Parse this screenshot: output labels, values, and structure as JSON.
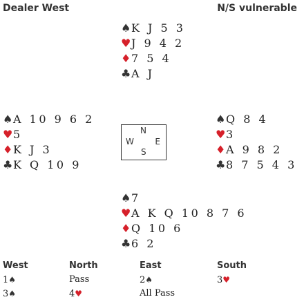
{
  "header": {
    "dealer": "Dealer West",
    "vulnerability": "N/S vulnerable"
  },
  "suits": {
    "spades": {
      "glyph": "♠",
      "color": "#333333"
    },
    "hearts": {
      "glyph": "♥",
      "color": "#d6202a"
    },
    "diamonds": {
      "glyph": "♦",
      "color": "#d6202a"
    },
    "clubs": {
      "glyph": "♣",
      "color": "#333333"
    }
  },
  "hands": {
    "north": {
      "spades": "K J 5 3",
      "hearts": "J 9 4 2",
      "diamonds": "7 5 4",
      "clubs": "A J"
    },
    "west": {
      "spades": "A 10 9 6 2",
      "hearts": "5",
      "diamonds": "K J 3",
      "clubs": "K Q 10 9"
    },
    "east": {
      "spades": "Q 8 4",
      "hearts": "3",
      "diamonds": "A 9 8 2",
      "clubs": "8 7 5 4 3"
    },
    "south": {
      "spades": "7",
      "hearts": "A K Q 10 8 7 6",
      "diamonds": "Q 10 6",
      "clubs": "6 2"
    }
  },
  "compass": {
    "n": "N",
    "w": "W",
    "e": "E",
    "s": "S"
  },
  "bidding": {
    "headers": [
      "West",
      "North",
      "East",
      "South"
    ],
    "rows": [
      [
        {
          "level": "1",
          "suit": "♠",
          "suit_color": "#333333"
        },
        {
          "text": "Pass"
        },
        {
          "level": "2",
          "suit": "♠",
          "suit_color": "#333333"
        },
        {
          "level": "3",
          "suit": "♥",
          "suit_color": "#d6202a"
        }
      ],
      [
        {
          "level": "3",
          "suit": "♠",
          "suit_color": "#333333"
        },
        {
          "level": "4",
          "suit": "♥",
          "suit_color": "#d6202a"
        },
        {
          "text": "All Pass"
        },
        {}
      ]
    ]
  }
}
